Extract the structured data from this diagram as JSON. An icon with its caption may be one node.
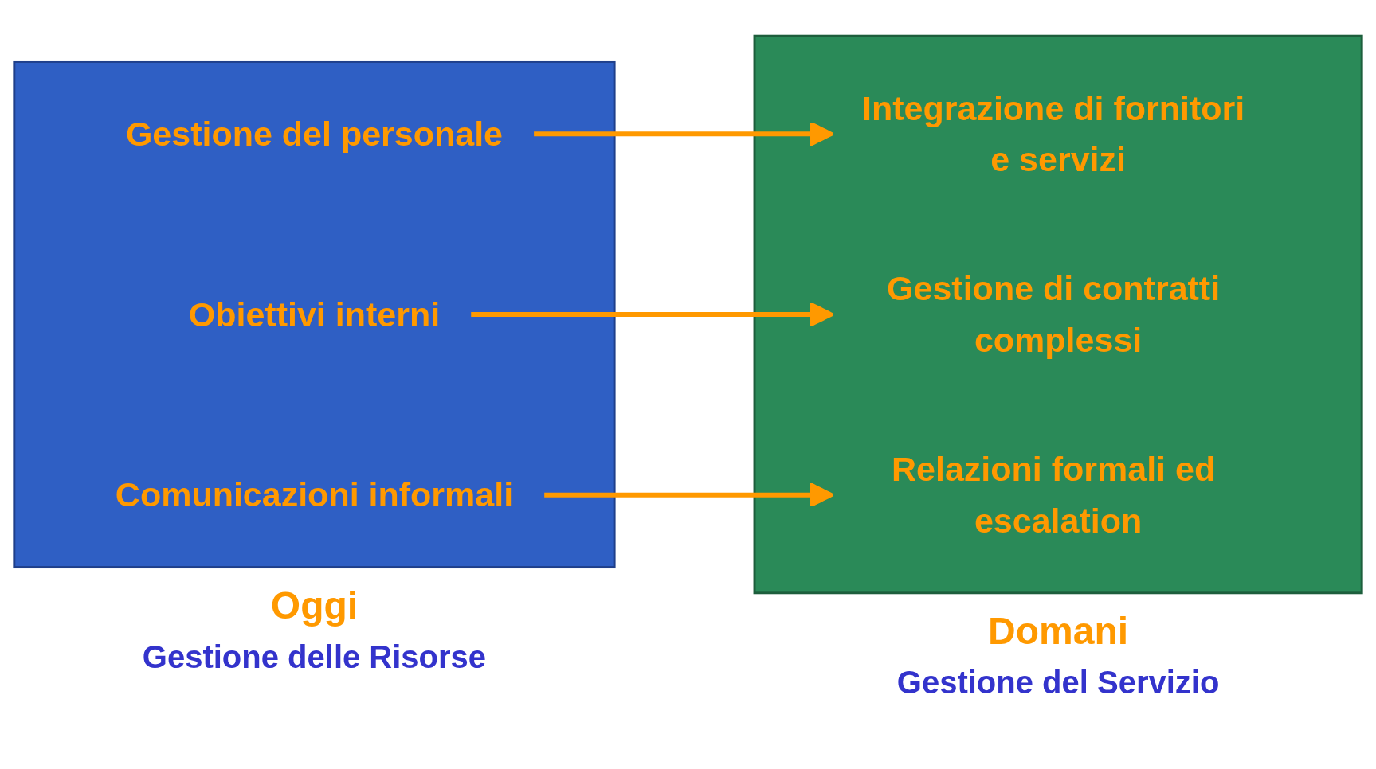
{
  "diagram": {
    "nodes": [
      {
        "text": [],
        "shape": "box",
        "beside": [
          "Oggi",
          "Gestione delle Risorse"
        ]
      },
      {
        "text": [
          "Gestione del personale"
        ],
        "in": 0
      },
      {
        "text": [
          "Obiettivi interni"
        ],
        "in": 0
      },
      {
        "text": [
          "Comunicazioni informali"
        ],
        "in": 0
      },
      {
        "text": [],
        "shape": "box",
        "beside": [
          "Domani",
          "Gestione del Servizio"
        ]
      },
      {
        "text": [
          "Integrazione di fornitori e servizi"
        ],
        "in": 4
      },
      {
        "text": [
          "Gestione di contratti complessi"
        ],
        "in": 4
      },
      {
        "text": [
          "Relazioni formali ed escalation"
        ],
        "in": 4
      }
    ],
    "edges": [
      {
        "from": 1,
        "to": 5,
        "arrow": "to"
      },
      {
        "from": 2,
        "to": 6,
        "arrow": "to"
      },
      {
        "from": 3,
        "to": 7,
        "arrow": "to"
      }
    ]
  }
}
